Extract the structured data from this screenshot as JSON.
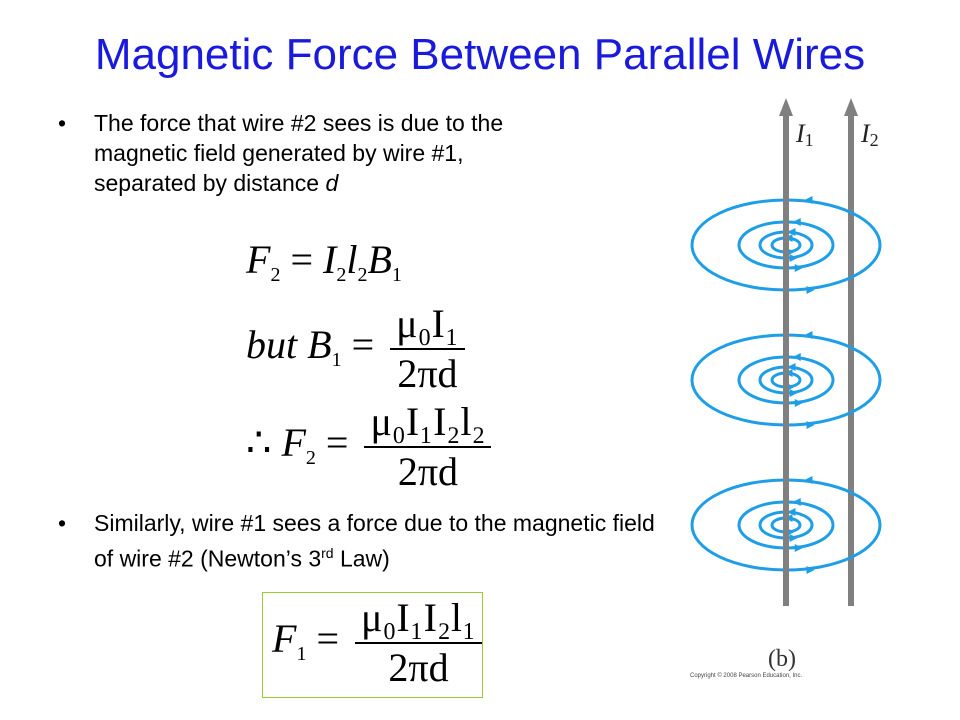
{
  "title": "Magnetic Force Between Parallel Wires",
  "bullets": [
    {
      "symbol": "•",
      "lines": [
        "The force that wire #2 sees is due to the",
        "magnetic field generated by wire #1,",
        "separated by distance "
      ],
      "italic_tail": "d"
    },
    {
      "symbol": "•",
      "line1": "Similarly, wire #1 sees a force due to the magnetic field",
      "line2_prefix": "of wire #2 (Newton’s 3",
      "line2_sup": "rd",
      "line2_suffix": " Law)"
    }
  ],
  "equations": {
    "eq1": {
      "F": "F",
      "sub2": "2",
      "eq": " = ",
      "I": "I",
      "l": "l",
      "B": "B",
      "sub1": "1"
    },
    "eq2": {
      "but": "but",
      "B": "B",
      "sub1": "1",
      "eq": " = ",
      "num": "μ₀I₁",
      "den": "2πd"
    },
    "eq3": {
      "therefore": "∴",
      "F": "F",
      "sub2": "2",
      "eq": " = ",
      "num": "μ₀I₁I₂l₂",
      "den": "2πd"
    },
    "eq4": {
      "F": "F",
      "sub1": "1",
      "eq": " = ",
      "num": "μ₀I₁I₂l₁",
      "den": "2πd"
    }
  },
  "figure": {
    "current1": "I",
    "current1_sub": "1",
    "current2": "I",
    "current2_sub": "2",
    "caption": "(b)",
    "copyright": "Copyright © 2008 Pearson Education, Inc.",
    "wire_color": "#808080",
    "field_color": "#1e9ee6"
  },
  "colors": {
    "title": "#1a1adc",
    "box_border": "#9acd32"
  }
}
